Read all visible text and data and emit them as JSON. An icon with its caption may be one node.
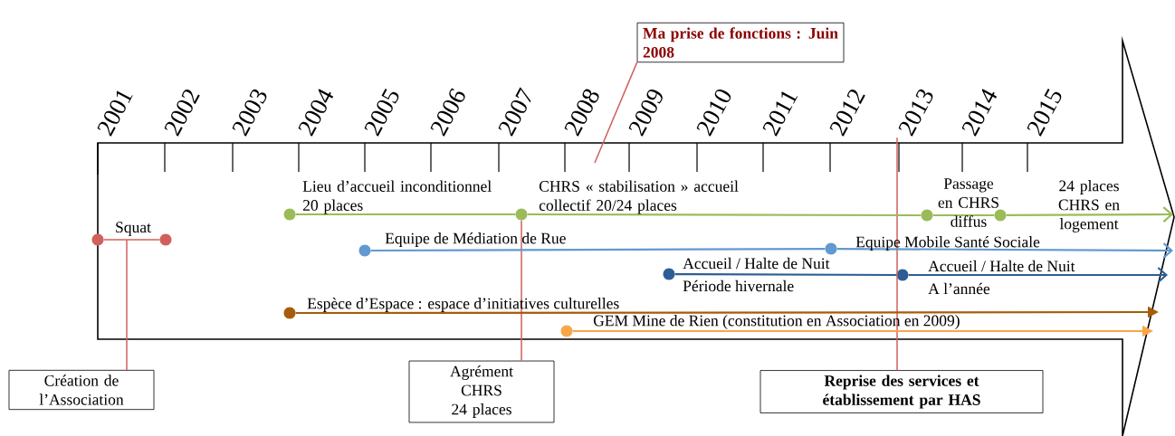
{
  "diagram": {
    "nodes": [
      {
        "text": [
          "Ma prise de fonctions : Juin 2008"
        ]
      },
      {
        "text": [
          "Création de l’Association"
        ]
      },
      {
        "text": [
          "Agrément CHRS 24 places"
        ]
      },
      {
        "text": [
          "Reprise des services et établissement par HAS"
        ]
      },
      {
        "text": [],
        "shape": "circle",
        "beside": [
          "Squat"
        ]
      },
      {
        "text": [],
        "shape": "circle"
      },
      {
        "text": [],
        "shape": "circle",
        "beside": [
          "Lieu d’accueil inconditionnel 20 places"
        ]
      },
      {
        "text": [],
        "shape": "circle",
        "beside": [
          "CHRS « stabilisation » accueil collectif 20/24 places"
        ]
      },
      {
        "text": [],
        "shape": "circle",
        "beside": [
          "Passage en CHRS diffus"
        ]
      },
      {
        "text": [],
        "shape": "circle",
        "beside": [
          "24 places CHRS en logement"
        ]
      },
      {
        "text": [],
        "shape": "circle",
        "beside": [
          "Equipe de Médiation de Rue"
        ]
      },
      {
        "text": [],
        "shape": "circle",
        "beside": [
          "Equipe Mobile Santé Sociale"
        ]
      },
      {
        "text": [],
        "shape": "circle",
        "beside": [
          "Accueil / Halte de Nuit",
          "Période hivernale"
        ]
      },
      {
        "text": [],
        "shape": "circle",
        "beside": [
          "Accueil / Halte de Nuit",
          "A l’année"
        ]
      },
      {
        "text": [],
        "shape": "circle",
        "beside": [
          "Espèce d’Espace : espace d’initiatives culturelles"
        ]
      },
      {
        "text": [],
        "shape": "circle",
        "beside": [
          "GEM Mine de Rien (constitution en Association en 2009)"
        ]
      },
      {
        "text": [
          "2013"
        ]
      }
    ],
    "edges": [
      {
        "from": 4,
        "to": 5,
        "arrow": "none",
        "color": "#d0605c"
      },
      {
        "from": 1,
        "to": 4,
        "arrow": "none",
        "color": "#d0605c"
      },
      {
        "from": 2,
        "to": 7,
        "arrow": "none",
        "color": "#d0605c"
      },
      {
        "from": 0,
        "to": null,
        "arrow": "none",
        "color": "#d0605c"
      },
      {
        "from": 3,
        "to": 16,
        "arrow": "none",
        "color": "#d0605c"
      },
      {
        "from": 6,
        "to": 7,
        "arrow": "none",
        "color": "#9bbb59"
      },
      {
        "from": 7,
        "to": 8,
        "arrow": "none",
        "color": "#9bbb59"
      },
      {
        "from": 8,
        "to": 9,
        "arrow": "none",
        "color": "#9bbb59"
      },
      {
        "from": 9,
        "to": null,
        "arrow": "to",
        "color": "#9bbb59"
      },
      {
        "from": 10,
        "to": 11,
        "arrow": "none",
        "color": "#6199d0"
      },
      {
        "from": 11,
        "to": null,
        "arrow": "to",
        "color": "#6199d0"
      },
      {
        "from": 12,
        "to": 13,
        "arrow": "none",
        "color": "#2c5e95"
      },
      {
        "from": 13,
        "to": null,
        "arrow": "to",
        "color": "#2c5e95"
      },
      {
        "from": 14,
        "to": null,
        "arrow": "to",
        "color": "#a65c0a"
      },
      {
        "from": 15,
        "to": null,
        "arrow": "to",
        "color": "#f9a64a"
      }
    ],
    "labels": [
      "2001",
      "2002",
      "2003",
      "2004",
      "2005",
      "2006",
      "2007",
      "2008",
      "2009",
      "2010",
      "2011",
      "2012",
      "2014",
      "2015"
    ]
  }
}
